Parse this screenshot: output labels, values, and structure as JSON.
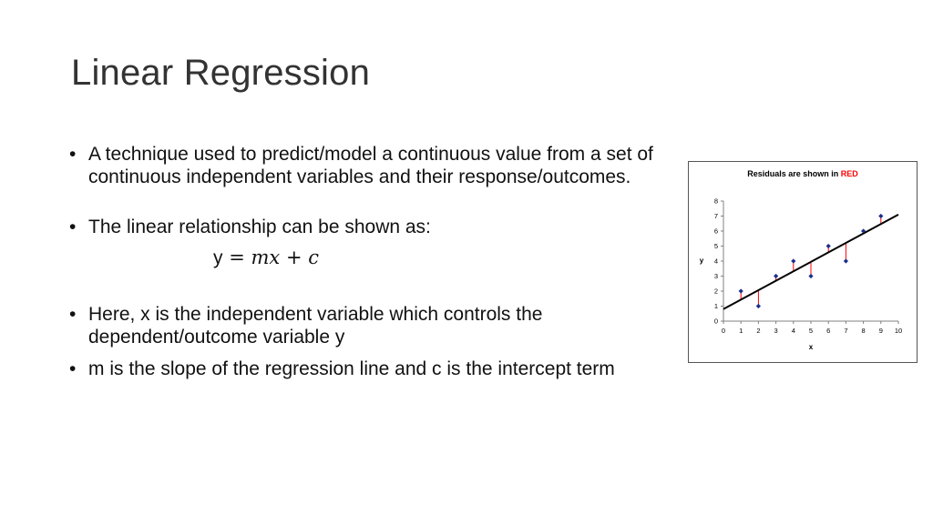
{
  "slide": {
    "title": "Linear Regression",
    "bullets": [
      "A technique used to predict/model a continuous value from a set of continuous independent variables and their response/outcomes.",
      "The linear relationship can be shown as:",
      "Here, x is the independent variable which controls the dependent/outcome variable y",
      "m is the slope of the regression line and c is the intercept term"
    ],
    "bullet_symbol": "•",
    "equation": {
      "lhs": "y",
      "equals": "=",
      "rhs_m": "m",
      "rhs_x": "x",
      "plus": "+",
      "rhs_c": "c"
    }
  },
  "chart_data": {
    "type": "scatter",
    "title_prefix": "Residuals are shown in ",
    "title_highlight": "RED",
    "title_highlight_color": "#ff0000",
    "xlabel": "x",
    "ylabel": "y",
    "xlim": [
      0,
      10
    ],
    "ylim": [
      0,
      8
    ],
    "x_ticks": [
      0,
      1,
      2,
      3,
      4,
      5,
      6,
      7,
      8,
      9,
      10
    ],
    "y_ticks": [
      0,
      1,
      2,
      3,
      4,
      5,
      6,
      7,
      8
    ],
    "points": [
      {
        "x": 1,
        "y": 2
      },
      {
        "x": 2,
        "y": 1
      },
      {
        "x": 3,
        "y": 3
      },
      {
        "x": 4,
        "y": 4
      },
      {
        "x": 5,
        "y": 3
      },
      {
        "x": 6,
        "y": 5
      },
      {
        "x": 7,
        "y": 4
      },
      {
        "x": 8,
        "y": 6
      },
      {
        "x": 9,
        "y": 7
      }
    ],
    "regression_line": {
      "x0": 0,
      "y0": 0.8,
      "x1": 10,
      "y1": 7.1
    },
    "point_color": "#1a2f8a",
    "line_color": "#000000",
    "residual_color": "#ff0000",
    "grid": false,
    "legend": "none"
  }
}
